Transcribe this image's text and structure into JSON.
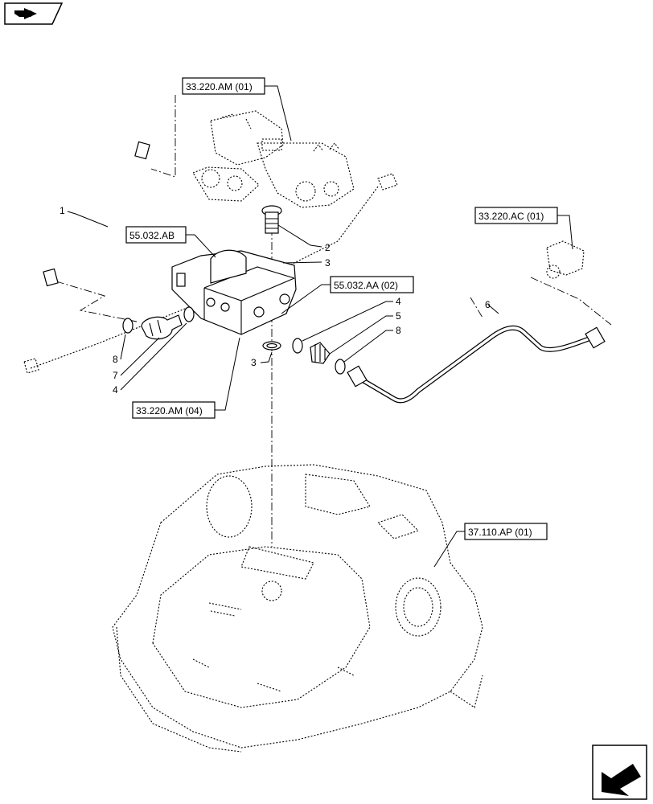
{
  "refs": [
    {
      "id": "ref-33-220-am-01",
      "label": "33.220.AM (01)"
    },
    {
      "id": "ref-33-220-ac-01",
      "label": "33.220.AC (01)"
    },
    {
      "id": "ref-55-032-ab",
      "label": "55.032.AB"
    },
    {
      "id": "ref-55-032-aa-02",
      "label": "55.032.AA (02)"
    },
    {
      "id": "ref-33-220-am-04",
      "label": "33.220.AM (04)"
    },
    {
      "id": "ref-37-110-ap-01",
      "label": "37.110.AP (01)"
    }
  ],
  "callouts": {
    "pipe_left": "1",
    "banjo_bolt": "2",
    "washer_top": "3",
    "washer_bottom": "3",
    "oring_right_outer": "4",
    "oring_left": "4",
    "adapter_right": "5",
    "pipe_right": "6",
    "elbow_left": "7",
    "oring_right_inner": "8",
    "oring_left_outer": "8"
  },
  "icons": {
    "top_left": "book-navigation-icon",
    "bottom_right": "back-arrow-icon"
  }
}
